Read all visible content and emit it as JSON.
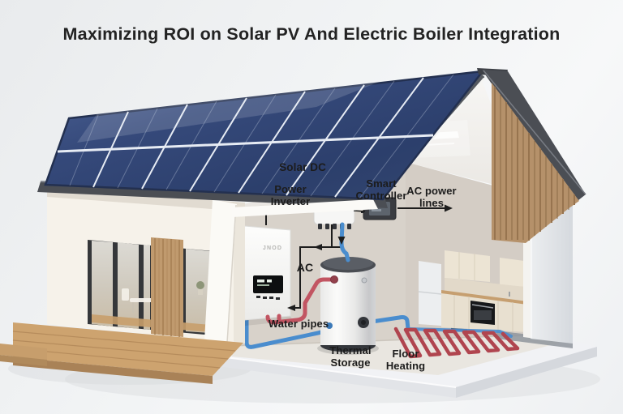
{
  "title": "Maximizing ROI on Solar PV And Electric Boiler Integration",
  "diagram": {
    "labels": {
      "solar_dc": "Solar DC",
      "power_inverter": [
        "Power",
        "Inverter"
      ],
      "smart_controller": [
        "Smart",
        "Controller"
      ],
      "ac_power_lines": [
        "AC power",
        "lines"
      ],
      "ac": "AC",
      "water_pipes": "Water pipes",
      "thermal_storage": [
        "Thermal",
        "Storage"
      ],
      "floor_heating": [
        "Floor",
        "Heating"
      ]
    },
    "equipment": {
      "boiler_brand": "JNOD"
    },
    "colors": {
      "hot_pipe": "#c25562",
      "cold_pipe": "#4a8dce",
      "wire": "#1d1d1d",
      "panel_blue": "#33497a",
      "label_text": "#1c1c1c"
    }
  }
}
